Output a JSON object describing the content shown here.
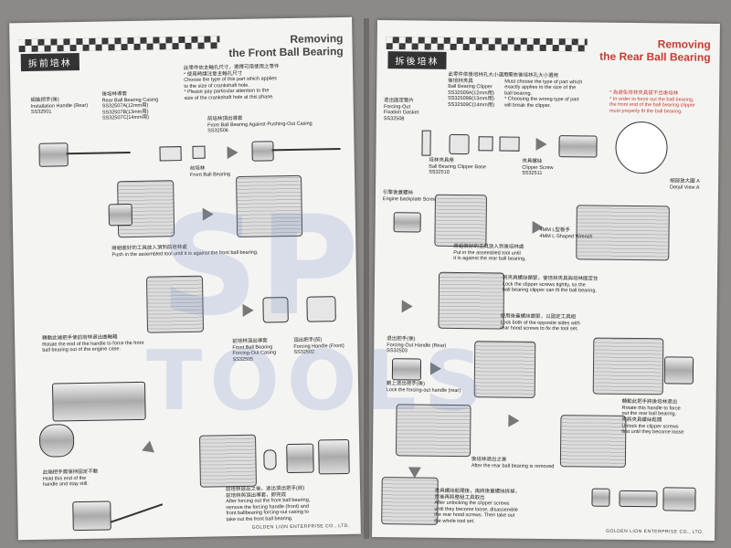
{
  "left": {
    "tag": "拆前培林",
    "title_line1": "Removing",
    "title_line2": "the Front Ball Bearing",
    "note": "此零件依主軸孔尺寸，選擇可用使用之零件\n* 使用時請注意主軸孔尺寸\nChoose the type of this part which applies\nto the size of crankshaft hole.\n* Please pay particular attention to the\nsize of the crankshaft hole at this phase.",
    "handle_label": "組裝把手(後)\nInstallation Handle (Rear)\nSS32501",
    "casing_label": "後培林導套\nRear Ball Bearing Casing\nSS32507A(12mm用)\nSS32507B(13mm用)\nSS32507C(14mm用)",
    "against_label": "前培林頂出導套\nFront Ball Bearing Against-Pushing-Out Casing\nSS32506",
    "front_bb_label": "前培林\nFront Ball Bearing",
    "push_label": "將組裝好的工具放入頂到前培林處\nPush in the assembled tool until it is against the front ball bearing.",
    "forcing_casing_label": "前培林頂出導套\nFront Ball Bearing\nForcing-Out Casing\nSS32505",
    "handle_front_label": "頂出把手(前)\nForcing Handle (Front)\nSS32502",
    "rotate_label": "轉動此端把手使前培林退出曲軸箱\nRotate the end of the handle to force the front\nball bearing out of the engine case.",
    "hold_label": "此端把手需保持固定不動\nHold this end of the\nhandle and stay still.",
    "after_label": "前培林退出之後，退出頂出把手(前)\n前培林與頂出導套，即完成\nAfter forcing out the front ball bearing,\nremove the forcing handle (front) and\nfront ballbearing forcing-out casing to\ntake out the front ball bearing.",
    "footer": "GOLDEN LION ENTERPRISE CO., LTD."
  },
  "right": {
    "tag": "拆後培林",
    "title_line1": "Removing",
    "title_line2": "the Rear Ball Bearing",
    "clipper_label": "此零件依後培林孔大小選用\n後培林夾具\nBall Bearing Clipper\nSS32509A(12mm用)\nSS32509B(13mm用)\nSS32509C(14mm用)",
    "must_choose": "* 需依後培林孔大小選用\nMust choose the type of part which\nexactly applies to the size of the\nball bearing.\n* Choosing the wrong type of part\nwill break the clipper.",
    "order_note": "* 為避免培林夾具拔不出後培林\n* In order to force out the ball bearing,\nthe front end of the ball bearing clipper\nmust properly fit the ball bearing.",
    "gasket_label": "退出固定墊片\nForcing-Out\nFixation Gasket\nSS32508",
    "clipper_base_label": "培林夾具座\nBall Bearing Clipper Base\nSS32510",
    "clipper_screw_label": "夾具螺絲\nClipper Screw\nSS32511",
    "detail_label": "細部放大圖 A\nDetail View A",
    "backplate_label": "引擎後蓋螺絲\nEngine backplate Screws",
    "putin_label": "將組裝好的工具放入到後培林處\nPut in the assembled tool until\nit is against the rear ball bearing.",
    "wrench_label": "4MM L型板手\n4MM L-Shaped Wrench",
    "lock_label": "將夾具螺絲鎖緊，使培林夾具與培林固定住\nLock the clipper screws tightly, so the\nball bearing clipper can fit the ball bearing.",
    "lock_both_label": "使用後蓋螺絲鎖緊，以固定工具組\nLock both of the opposite sides with\nrear hood screws to fix the tool set.",
    "rear_handle_label": "退出把手(後)\nForcing-Out Handle (Rear)\nSS32503",
    "lock_handle_label": "鎖上退出把手(後)\nLock the forcing-out handle (rear)",
    "rotate_label": "轉動此把手將後培林退出\nRotate this handle to force\nout the rear ball bearing.",
    "unlock_first": "先將夾具螺絲鬆開\nUnlock the clipper screws\nfirst until they become loose",
    "after_removed": "後培林退出之後\nAfter the rear ball bearing is removed",
    "final_label": "夾具螺絲鬆開後，再將後蓋螺絲拆掉，\n然後再將整組工具取出\nAfter unlocking the clipper screws\nuntil they become loose, disassemble\nthe rear hood screws. Then take out\nthe whole tool set.",
    "footer": "GOLDEN LION ENTERPRISE CO., LTD."
  },
  "watermark": {
    "line1": "SP",
    "line2": "TOOLS"
  },
  "colors": {
    "accent_red": "#c63d2f",
    "paper": "#f4f4f2",
    "background": "#8c8a86"
  }
}
